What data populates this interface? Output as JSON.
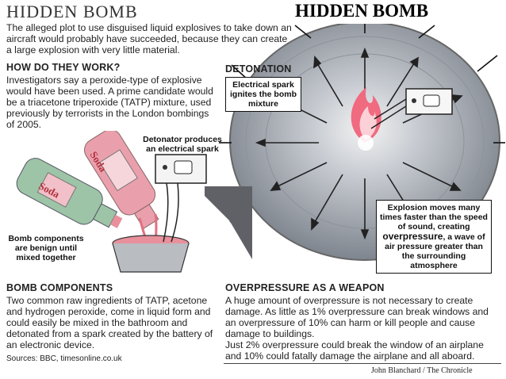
{
  "header": {
    "title": "HIDDEN BOMB",
    "title_overlay": "HIDDEN BOMB",
    "intro": "The alleged plot to use disguised liquid explosives to take down an aircraft would probably have succeeded, because they can create a large explosion with very little material."
  },
  "how": {
    "heading": "HOW DO THEY WORK?",
    "text": "Investigators say a peroxide-type of explosive would have been used. A prime candidate would be a triacetone triperoxide (TATP) mixture, used previously by terrorists in the London bombings of 2005."
  },
  "detonation": {
    "heading": "DETONATION",
    "spark_label": "Electrical spark ignites the bomb mixture"
  },
  "detonator_label": "Detonator produces an electrical spark",
  "bottles": {
    "label_1": "Soda",
    "label_2": "Soda"
  },
  "bomb_components_label": "Bomb components are benign until mixed together",
  "explosion_label": {
    "pre": "Explosion moves many times faster than the speed of sound, creating ",
    "bold": "overpressure",
    "post": ", a wave of air pressure greater than the surrounding atmosphere"
  },
  "components": {
    "heading": "BOMB COMPONENTS",
    "text": "Two common raw ingredients of TATP, acetone and hydrogen peroxide, come in liquid form and could easily be mixed in the bathroom and detonated from a spark created by the battery of an electronic device."
  },
  "overpressure": {
    "heading": "OVERPRESSURE AS A WEAPON",
    "text1": "A huge amount of overpressure is not necessary to create damage. As little as 1% overpressure can break windows and an overpressure of 10% can harm or kill people and cause damage to buildings.",
    "text2": "Just 2% overpressure could break the window of an airplane and 10% could fatally damage the airplane and all aboard."
  },
  "sources": "Sources: BBC, timesonline.co.uk",
  "credit": "John Blanchard / The Chronicle",
  "colors": {
    "pink_liquid": "#e8909c",
    "green_bottle": "#8fb89a",
    "dark_arrow": "#555555",
    "bg_circle": "#9a9fa8"
  }
}
